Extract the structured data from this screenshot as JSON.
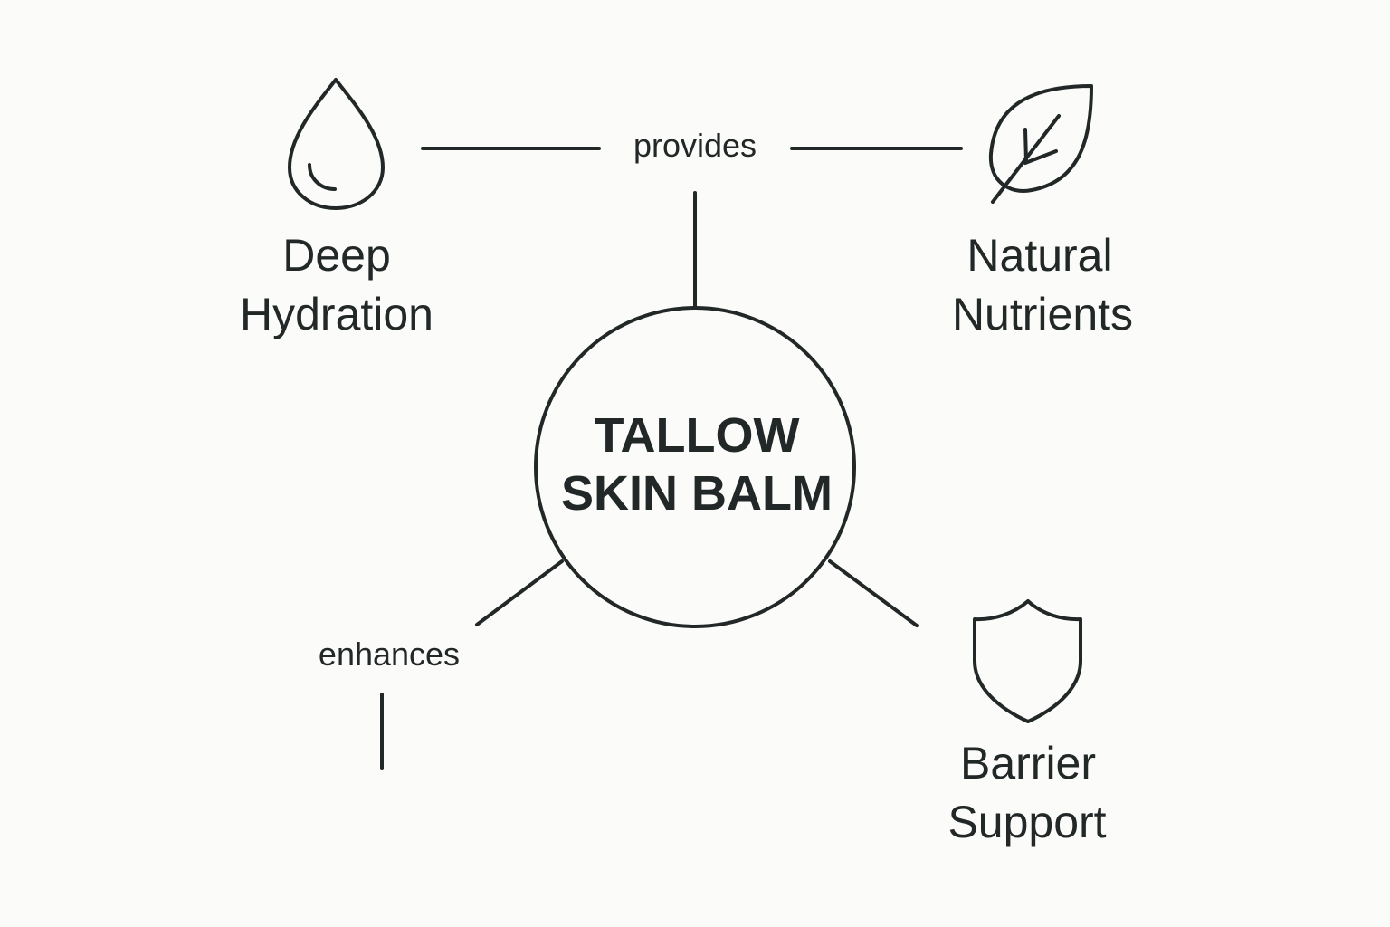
{
  "center": {
    "line1": "TALLOW",
    "line2": "SKIN BALM"
  },
  "connectors": {
    "top": "provides",
    "left": "enhances"
  },
  "nodes": [
    {
      "icon": "water-drop-icon",
      "line1": "Deep",
      "line2": "Hydration"
    },
    {
      "icon": "leaf-icon",
      "line1": "Natural",
      "line2": "Nutrients"
    },
    {
      "icon": "shield-icon",
      "line1": "Barrier",
      "line2": "Support"
    }
  ],
  "colors": {
    "background": "#fbfbf9",
    "ink": "#222727"
  }
}
